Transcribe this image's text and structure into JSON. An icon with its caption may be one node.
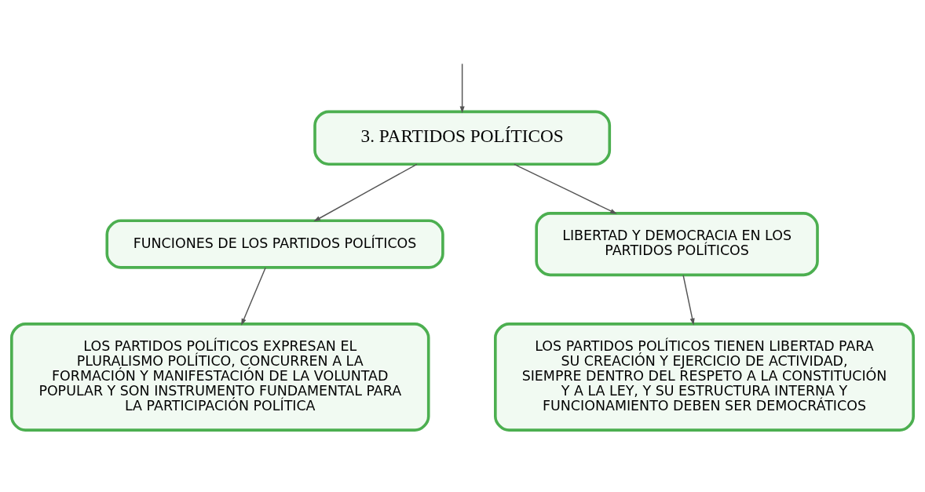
{
  "diagram": {
    "nodes": [
      {
        "text": [
          "3. PARTIDOS POLÍTICOS"
        ]
      },
      {
        "text": [
          "FUNCIONES DE LOS PARTIDOS POLÍTICOS"
        ]
      },
      {
        "text": [
          "LIBERTAD Y DEMOCRACIA EN LOS PARTIDOS POLÍTICOS"
        ]
      },
      {
        "text": [
          "LOS PARTIDOS POLÍTICOS EXPRESAN EL PLURALISMO POLÍTICO, CONCURREN A LA FORMACIÓN Y MANIFESTACIÓN DE LA VOLUNTAD POPULAR Y SON INSTRUMENTO FUNDAMENTAL PARA LA PARTICIPACIÓN POLÍTICA"
        ]
      },
      {
        "text": [
          "LOS PARTIDOS POLÍTICOS TIENEN LIBERTAD PARA SU CREACIÓN Y EJERCICIO DE ACTIVIDAD, SIEMPRE DENTRO DEL RESPETO A LA CONSTITUCIÓN Y A LA LEY, Y SU ESTRUCTURA INTERNA Y FUNCIONAMIENTO DEBEN SER DEMOCRÁTICOS"
        ]
      }
    ],
    "edges": [
      {
        "from": null,
        "to": 0,
        "arrow": "to"
      },
      {
        "from": 0,
        "to": 1,
        "arrow": "to"
      },
      {
        "from": 0,
        "to": 2,
        "arrow": "to"
      },
      {
        "from": 1,
        "to": 3,
        "arrow": "to"
      },
      {
        "from": 2,
        "to": 4,
        "arrow": "to"
      }
    ]
  }
}
